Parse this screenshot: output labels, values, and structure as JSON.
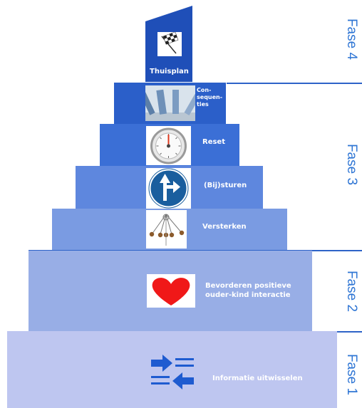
{
  "tiers": {
    "thuisplan": "Thuisplan",
    "consequenties": [
      "Con-",
      "sequen-",
      "ties"
    ],
    "reset": "Reset",
    "bijsturen": "(Bij)sturen",
    "versterken": "Versterken",
    "bevorderen": [
      "Bevorderen positieve",
      "ouder-kind interactie"
    ],
    "informatie": "Informatie uitwisselen"
  },
  "phases": {
    "fase4": "Fase 4",
    "fase3": "Fase 3",
    "fase2": "Fase 2",
    "fase1": "Fase 1"
  },
  "colors": {
    "top": "#1F4FB8",
    "tier_dark": "#2B5FC9",
    "tier_mid": "#3B6FD6",
    "tier_light": "#5E87DE",
    "tier_lighter": "#7A9BE2",
    "tier_pale": "#98AEE6",
    "tier_palest": "#BEC6F0",
    "phase_text": "#2E75D4"
  },
  "icons": {
    "thuisplan": "checkered-flag-icon",
    "consequenties": "falling-dominoes-icon",
    "reset": "stopwatch-icon",
    "bijsturen": "direction-sign-icon",
    "versterken": "newtons-cradle-icon",
    "bevorderen": "heart-icon",
    "informatie": "exchange-arrows-icon"
  }
}
